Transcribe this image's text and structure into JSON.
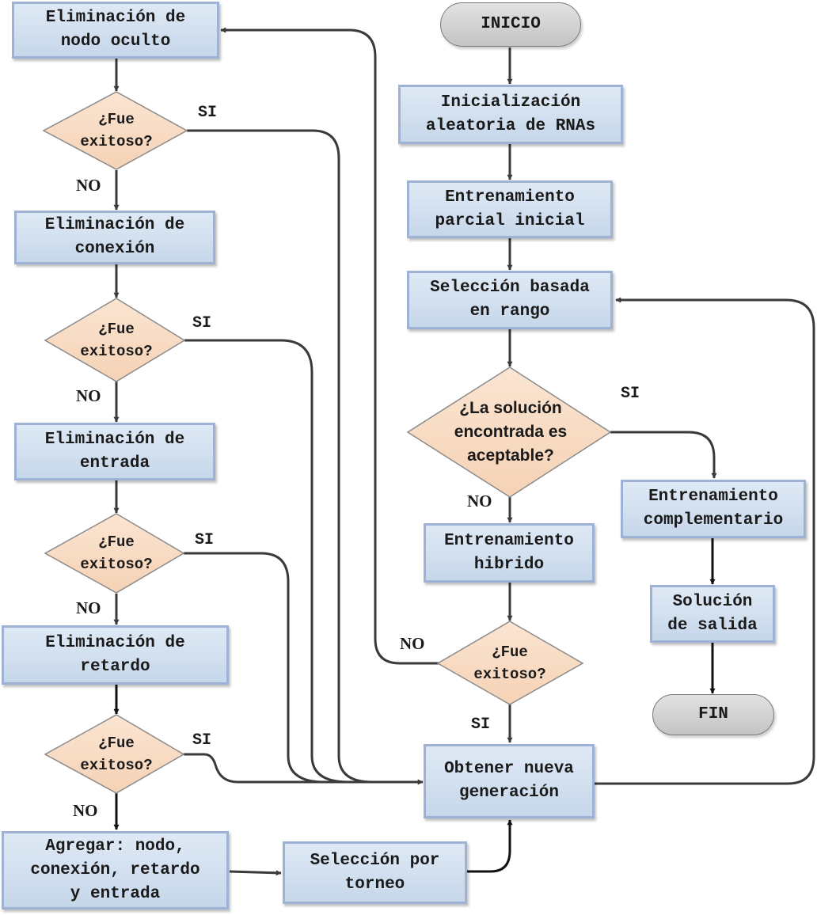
{
  "colors": {
    "process_fill": "#d4e1f0",
    "process_border": "#9eb2d6",
    "decision_fill": "#f9dcc4",
    "decision_border": "#8a8a8a",
    "terminal_fill": "#d3d3d3",
    "connector": "#3a3a3a"
  },
  "nodes": {
    "inicio": "INICIO",
    "fin": "FIN",
    "inicializacion": "Inicialización\naleatoria de RNAs",
    "entrenamiento_parcial": "Entrenamiento\nparcial inicial",
    "seleccion_rango": "Selección basada\nen rango",
    "decision_aceptable": "¿La solución\nencontrada es\naceptable?",
    "entrenamiento_hibrido": "Entrenamiento\nhibrido",
    "decision_hibrido": "¿Fue\nexitoso?",
    "obtener_generacion": "Obtener nueva\ngeneración",
    "entrenamiento_complementario": "Entrenamiento\ncomplementario",
    "solucion_salida": "Solución\nde salida",
    "elim_nodo": "Eliminación de\nnodo oculto",
    "decision_1": "¿Fue\nexitoso?",
    "elim_conexion": "Eliminación de\nconexión",
    "decision_2": "¿Fue\nexitoso?",
    "elim_entrada": "Eliminación de\nentrada",
    "decision_3": "¿Fue\nexitoso?",
    "elim_retardo": "Eliminación de\nretardo",
    "decision_4": "¿Fue\nexitoso?",
    "agregar": "Agregar: nodo,\nconexión, retardo\ny entrada",
    "seleccion_torneo": "Selección por\ntorneo"
  },
  "labels": {
    "si": "SI",
    "no": "NO"
  }
}
